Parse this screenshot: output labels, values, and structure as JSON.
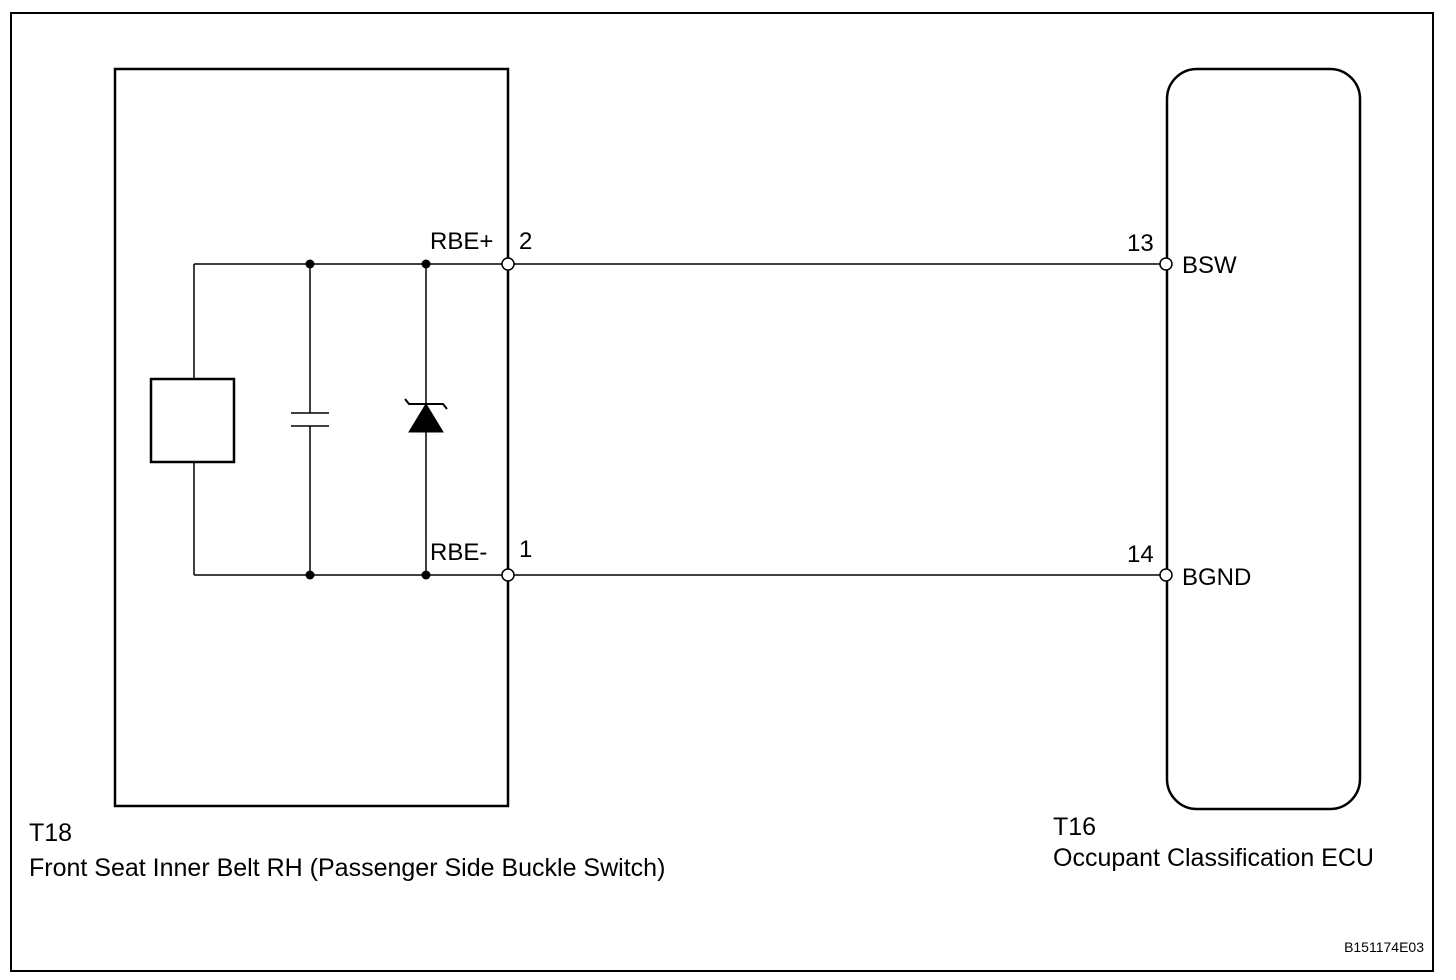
{
  "components": {
    "left": {
      "code": "T18",
      "name": "Front Seat Inner Belt RH (Passenger Side Buckle Switch)"
    },
    "right": {
      "code": "T16",
      "name": "Occupant Classification ECU"
    }
  },
  "pins": {
    "left_top": {
      "name": "RBE+",
      "number": "2"
    },
    "left_bottom": {
      "name": "RBE-",
      "number": "1"
    },
    "right_top": {
      "name": "BSW",
      "number": "13"
    },
    "right_bottom": {
      "name": "BGND",
      "number": "14"
    }
  },
  "wires": [
    {
      "from": "2",
      "to": "13"
    },
    {
      "from": "1",
      "to": "14"
    }
  ],
  "reference_code": "B151174E03"
}
